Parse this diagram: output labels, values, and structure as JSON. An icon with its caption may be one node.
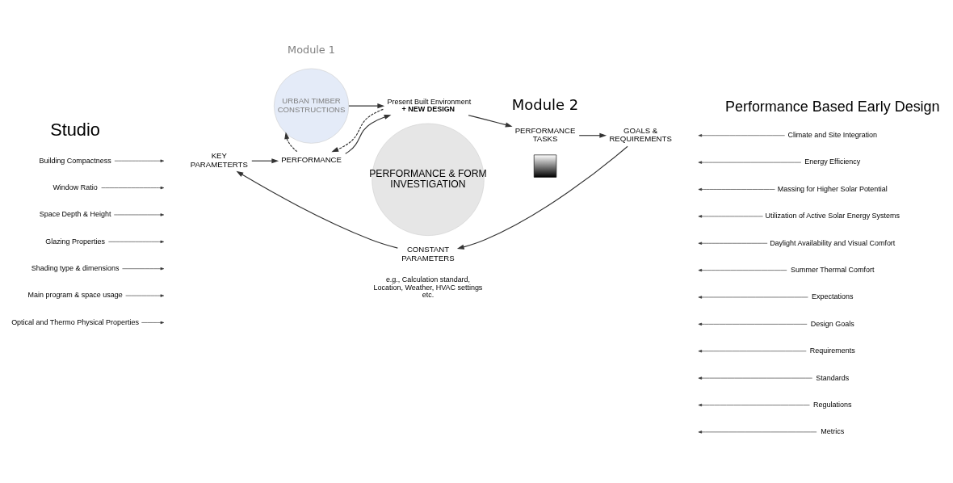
{
  "diagram": {
    "nodes": [
      {
        "text": [
          "URBAN TIMBER CONSTRUCTIONS"
        ]
      },
      {
        "text": [
          "Present Built Environment",
          "+ NEW DESIGN"
        ]
      },
      {
        "text": [
          "PERFORMANCE & FORM INVESTIGATION"
        ]
      },
      {
        "text": [
          "PERFORMANCE"
        ]
      },
      {
        "text": [
          "PERFORMANCE TASKS"
        ]
      },
      {
        "text": [
          "KEY PARAMETERTS"
        ]
      },
      {
        "text": [
          "GOALS & REQUIREMENTS"
        ]
      },
      {
        "text": [
          "CONSTANT PARAMETERS"
        ],
        "beside": [
          "e.g., Calculation standard, Location, Weather, HVAC settings etc."
        ]
      },
      {
        "text": [],
        "shape": "box"
      },
      {
        "text": [
          "Climate and Site Integration"
        ]
      },
      {
        "text": [
          "Energy Efficiency"
        ]
      },
      {
        "text": [
          "Massing for Higher Solar Potential"
        ]
      },
      {
        "text": [
          "Utilization of Active Solar Energy Systems"
        ]
      },
      {
        "text": [
          "Daylight Availability and Visual Comfort"
        ]
      },
      {
        "text": [
          "Summer Thermal Comfort"
        ]
      },
      {
        "text": [
          "Expectations"
        ]
      },
      {
        "text": [
          "Design Goals"
        ]
      },
      {
        "text": [
          "Requirements"
        ]
      },
      {
        "text": [
          "Standards"
        ]
      },
      {
        "text": [
          "Regulations"
        ]
      },
      {
        "text": [
          "Metrics"
        ]
      },
      {
        "text": [
          "Building Compactness"
        ]
      },
      {
        "text": [
          "Window Ratio"
        ]
      },
      {
        "text": [
          "Space Depth & Height"
        ]
      },
      {
        "text": [
          "Glazing Properties"
        ]
      },
      {
        "text": [
          "Shading type & dimensions"
        ]
      },
      {
        "text": [
          "Main program & space usage"
        ]
      },
      {
        "text": [
          "Optical and Thermo Physical Properties"
        ]
      }
    ],
    "edges": [
      {
        "from": 0,
        "to": 1,
        "arrow": "to"
      },
      {
        "from": 1,
        "to": 4,
        "arrow": "to"
      },
      {
        "from": 4,
        "to": 6,
        "arrow": "to"
      },
      {
        "from": 6,
        "to": 7,
        "arrow": "to"
      },
      {
        "from": 7,
        "to": 5,
        "arrow": "to"
      },
      {
        "from": 5,
        "to": 3,
        "arrow": "to"
      },
      {
        "from": 3,
        "to": 1,
        "arrow": "to"
      },
      {
        "from": 1,
        "to": 3,
        "arrow": "to",
        "style": "dashed"
      },
      {
        "from": 3,
        "to": 0,
        "arrow": "to",
        "style": "dashed"
      },
      {
        "from": 9,
        "to": null,
        "arrow": "to"
      },
      {
        "from": 10,
        "to": null,
        "arrow": "to"
      },
      {
        "from": 11,
        "to": null,
        "arrow": "to"
      },
      {
        "from": 12,
        "to": null,
        "arrow": "to"
      },
      {
        "from": 13,
        "to": null,
        "arrow": "to"
      },
      {
        "from": 14,
        "to": null,
        "arrow": "to"
      },
      {
        "from": 15,
        "to": null,
        "arrow": "to"
      },
      {
        "from": 16,
        "to": null,
        "arrow": "to"
      },
      {
        "from": 17,
        "to": null,
        "arrow": "to"
      },
      {
        "from": 18,
        "to": null,
        "arrow": "to"
      },
      {
        "from": 19,
        "to": null,
        "arrow": "to"
      },
      {
        "from": 20,
        "to": null,
        "arrow": "to"
      },
      {
        "from": 21,
        "to": null,
        "arrow": "to"
      },
      {
        "from": 22,
        "to": null,
        "arrow": "to"
      },
      {
        "from": 23,
        "to": null,
        "arrow": "to"
      },
      {
        "from": 24,
        "to": null,
        "arrow": "to"
      },
      {
        "from": 25,
        "to": null,
        "arrow": "to"
      },
      {
        "from": 26,
        "to": null,
        "arrow": "to"
      },
      {
        "from": 27,
        "to": null,
        "arrow": "to"
      }
    ],
    "labels": [
      "Studio",
      "Module 1",
      "Performance Based Early Design",
      "Module 2"
    ]
  }
}
